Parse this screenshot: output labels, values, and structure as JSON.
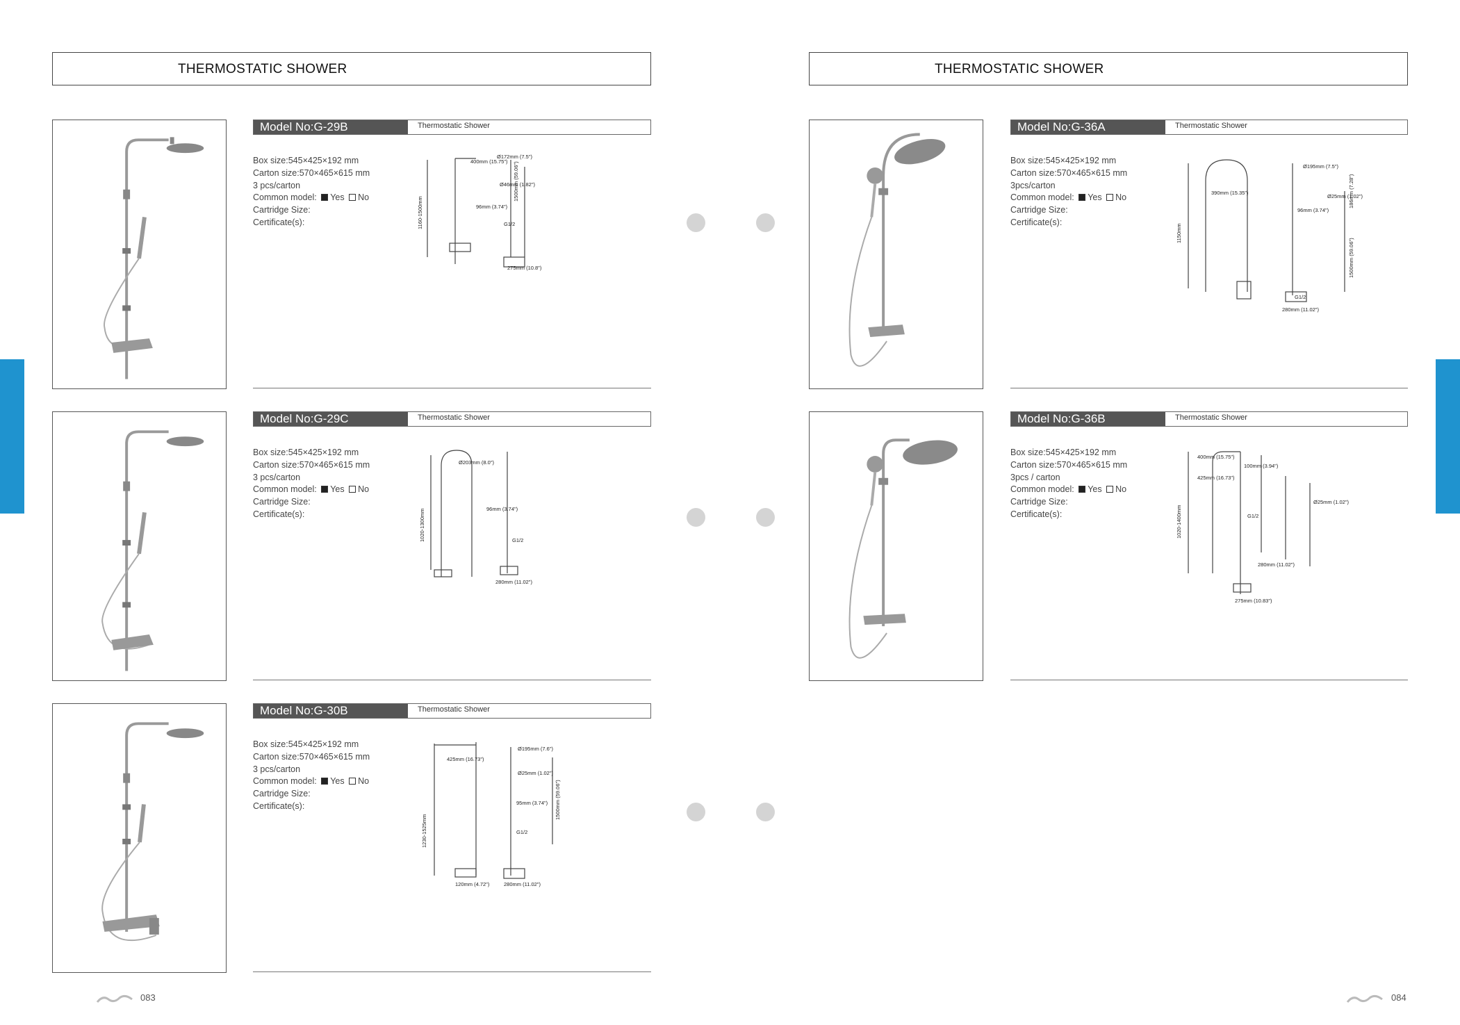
{
  "left_page": {
    "title": "THERMOSTATIC SHOWER",
    "page_number": "083"
  },
  "right_page": {
    "title": "THERMOSTATIC SHOWER",
    "page_number": "084"
  },
  "labels": {
    "box_size": "Box size:",
    "carton_size": "Carton size:",
    "common_model": "Common model:",
    "yes": "Yes",
    "no": "No",
    "cartridge_size": "Cartridge Size:",
    "certificates": "Certificate(s):"
  },
  "products": [
    {
      "model": "Model No:G-29B",
      "type": "Thermostatic Shower",
      "box_size": "545×425×192 mm",
      "carton_size": "570×465×615 mm",
      "pcs_carton": "3 pcs/carton",
      "common_model": "yes"
    },
    {
      "model": "Model No:G-29C",
      "type": "Thermostatic Shower",
      "box_size": "545×425×192 mm",
      "carton_size": "570×465×615 mm",
      "pcs_carton": "3 pcs/carton",
      "common_model": "yes"
    },
    {
      "model": "Model No:G-30B",
      "type": "Thermostatic Shower",
      "box_size": "545×425×192 mm",
      "carton_size": "570×465×615 mm",
      "pcs_carton": "3 pcs/carton",
      "common_model": "yes"
    },
    {
      "model": "Model No:G-36A",
      "type": "Thermostatic Shower",
      "box_size": "545×425×192 mm",
      "carton_size": "570×465×615 mm",
      "pcs_carton": "3pcs/carton",
      "common_model": "yes"
    },
    {
      "model": "Model No:G-36B",
      "type": "Thermostatic Shower",
      "box_size": "545×425×192 mm",
      "carton_size": "570×465×615 mm",
      "pcs_carton": "3pcs / carton",
      "common_model": "yes"
    }
  ],
  "drawing_labels": {
    "d29b": [
      "400mm (15.75\")",
      "Ø172mm (7.5\")",
      "Ø46mm (1.82\")",
      "96mm (3.74\")",
      "G1/2",
      "1500mm (59.06\")",
      "275mm (10.8\")",
      "1160-1500mm"
    ],
    "d29c": [
      "Ø203mm (8.0\")",
      "96mm (3.74\")",
      "G1/2",
      "280mm (11.02\")",
      "1020-1300mm"
    ],
    "d30b": [
      "425mm (16.73\")",
      "Ø195mm (7.6\")",
      "Ø25mm (1.02\")",
      "95mm (3.74\")",
      "G1/2",
      "1500mm (59.06\")",
      "120mm (4.72\")",
      "280mm (11.02\")",
      "1230-1525mm"
    ],
    "d36a": [
      "Ø195mm (7.5\")",
      "390mm (15.35\")",
      "96mm (3.74\")",
      "Ø25mm (1.02\")",
      "186mm (7.28\")",
      "1500mm (59.06\")",
      "G1/2",
      "280mm (11.02\")",
      "1150mm"
    ],
    "d36b": [
      "400mm (15.75\")",
      "425mm (16.73\")",
      "100mm (3.94\")",
      "Ø25mm (1.02\")",
      "G1/2",
      "280mm (11.02\")",
      "275mm (10.83\")",
      "1020-1400mm"
    ]
  }
}
